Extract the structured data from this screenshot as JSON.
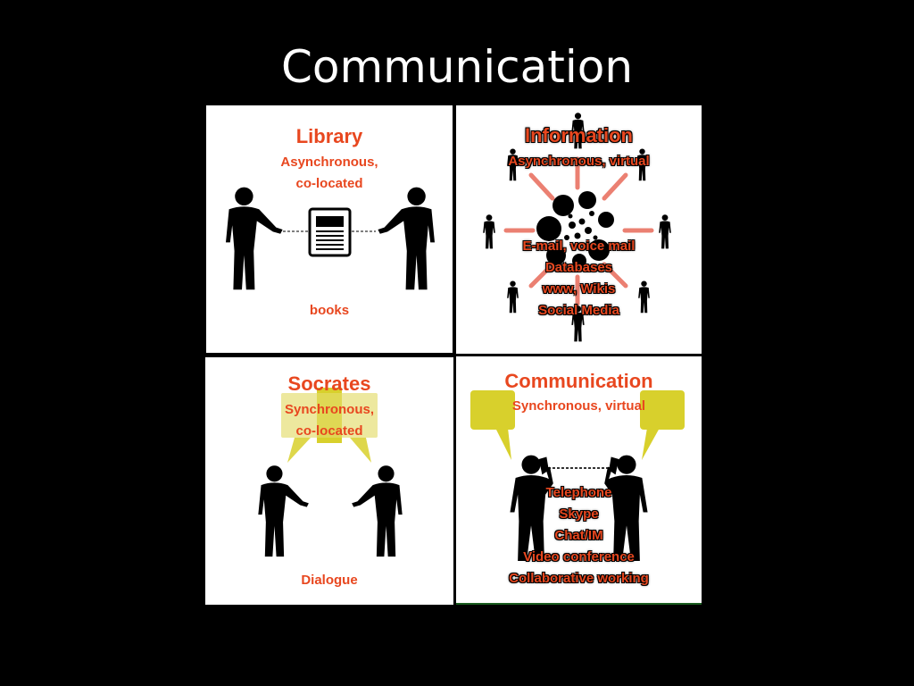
{
  "slide": {
    "title": "Communication"
  },
  "colors": {
    "accent": "#e8471f",
    "speech_bubble": "#d8d02c",
    "background": "#000000",
    "panel": "#ffffff"
  },
  "panels": {
    "library": {
      "heading": "Library",
      "sub1": "Asynchronous,",
      "sub2": "co-located",
      "caption": "books"
    },
    "information": {
      "heading": "Information",
      "sub": "Asynchronous, virtual",
      "items": [
        "E-mail, voice mail",
        "Databases",
        "www, Wikis",
        "Social Media"
      ]
    },
    "socrates": {
      "heading": "Socrates",
      "sub1": "Synchronous,",
      "sub2": "co-located",
      "caption": "Dialogue"
    },
    "communication": {
      "heading": "Communication",
      "sub": "Synchronous, virtual",
      "items": [
        "Telephone",
        "Skype",
        "Chat/IM",
        "Video conference",
        "Collaborative working"
      ]
    }
  }
}
